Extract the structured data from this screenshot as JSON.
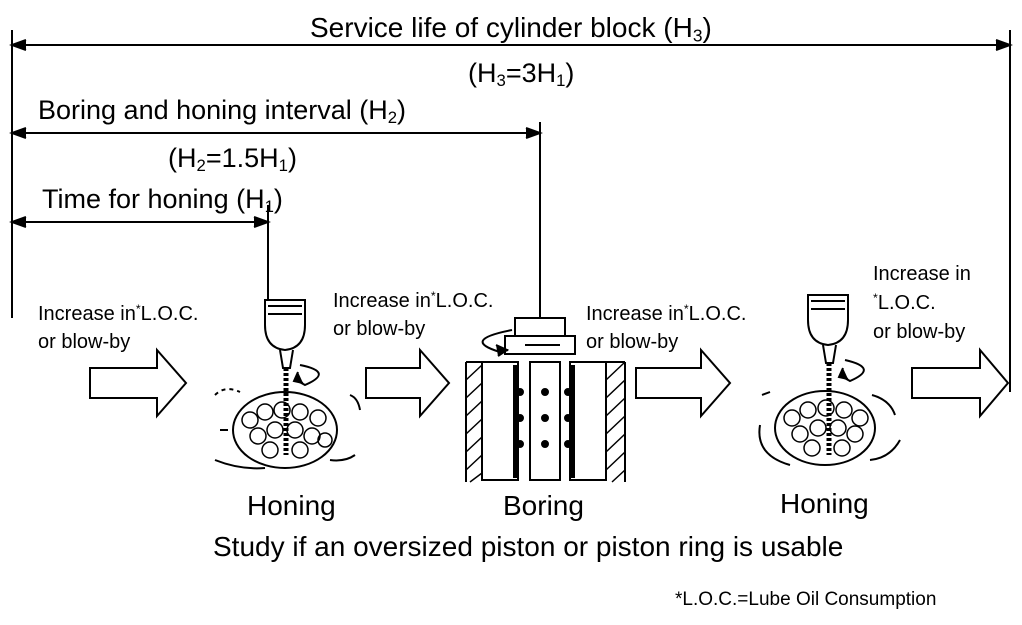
{
  "title": "Service life of cylinder block (H",
  "title_sub": "3",
  "title_close": ")",
  "h3_relation": {
    "pre": "(H",
    "s1": "3",
    "mid": "=3H",
    "s2": "1",
    "post": ")"
  },
  "interval": {
    "label": "Boring and honing interval (H",
    "sub": "2",
    "close": ")"
  },
  "h2_relation": {
    "pre": "(H",
    "s1": "2",
    "mid": "=1.5H",
    "s2": "1",
    "post": ")"
  },
  "honing_time": {
    "label": "Time for honing (H",
    "sub": "1",
    "close": ")"
  },
  "loc_text": {
    "increase": "Increase in",
    "star": "*",
    "loc": "L.O.C.",
    "or": "or blow-by"
  },
  "stages": {
    "honing_1": "Honing",
    "boring": "Boring",
    "honing_2": "Honing"
  },
  "study_note": "Study if an oversized piston or piston ring is usable",
  "footnote": "*L.O.C.=Lube Oil Consumption"
}
